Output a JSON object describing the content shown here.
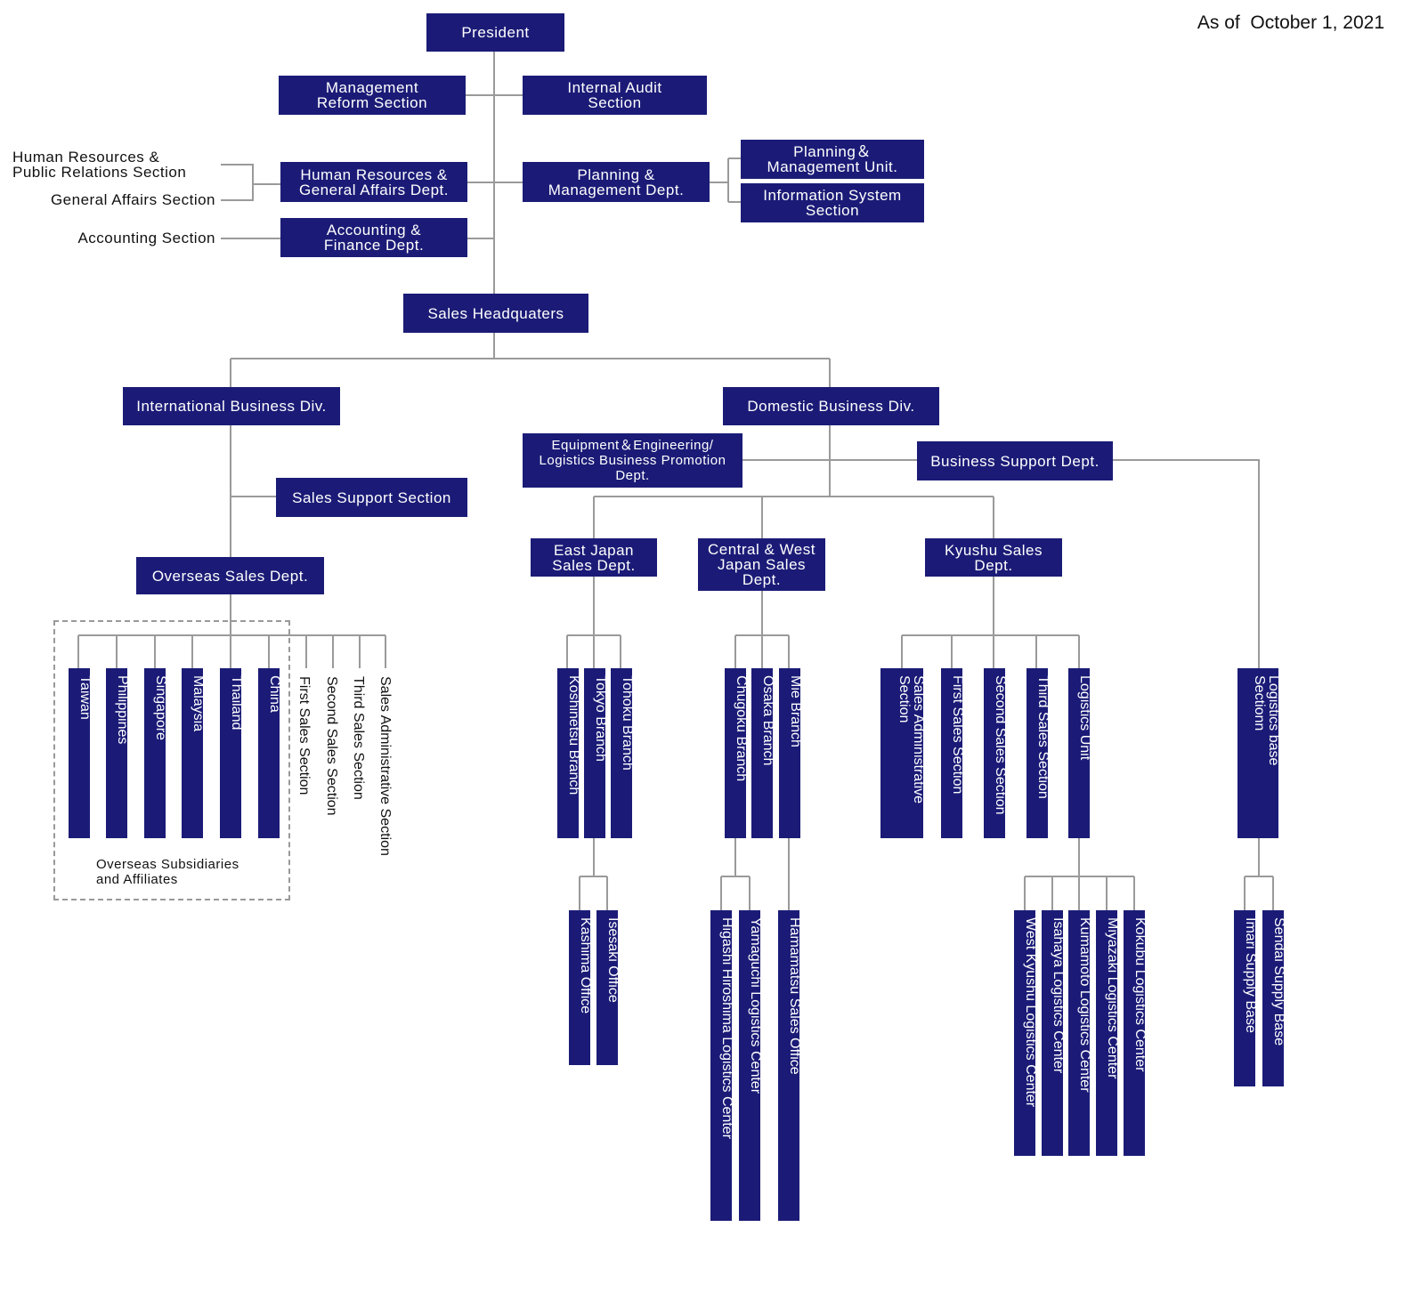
{
  "as_of": "As of  October 1, 2021",
  "colors": {
    "box_fill": "#1b1b77",
    "box_text": "#ffffff",
    "line": "#9a9a9a",
    "dashed_border": "#999999"
  },
  "top": {
    "president": "President",
    "management_reform": "Management\nReform Section",
    "internal_audit": "Internal Audit\nSection",
    "hr_ga_dept": "Human Resources &\nGeneral Affairs Dept.",
    "planning_mgmt_dept": "Planning &\nManagement Dept.",
    "planning_mgmt_unit": "Planning＆\nManagement Unit.",
    "info_system": "Information System\nSection",
    "accounting_dept": "Accounting &\nFinance Dept.",
    "hr_pr_section": "Human Resources &\nPublic Relations Section",
    "general_affairs_section": "General Affairs Section",
    "accounting_section": "Accounting Section",
    "sales_hq": "Sales Headquaters"
  },
  "international": {
    "div": "International Business Div.",
    "sales_support": "Sales Support Section",
    "overseas_dept": "Overseas Sales Dept.",
    "subsidiaries": [
      "Taiwan",
      "Philippines",
      "Singapore",
      "Malaysia",
      "Thailand",
      "China"
    ],
    "subsidiaries_caption": "Overseas Subsidiaries\nand Affiliates",
    "sections": [
      "First Sales Section",
      "Second Sales Section",
      "Third Sales Section",
      "Sales Administrative Section"
    ]
  },
  "domestic": {
    "div": "Domestic Business Div.",
    "equipment": "Equipment＆Engineering/\nLogistics Business Promotion\nDept.",
    "business_support": "Business Support Dept.",
    "east_japan": "East Japan\nSales Dept.",
    "central_west": "Central & West\nJapan Sales\nDept.",
    "kyushu": "Kyushu Sales\nDept.",
    "east_branches": [
      "Koshinetsu Branch",
      "Tokyo Branch",
      "Tohoku Branch"
    ],
    "tokyo_offices": [
      "Kashima Office",
      "Isesaki Office"
    ],
    "central_branches": [
      "Chugoku Branch",
      "Osaka Branch",
      "Mie Branch"
    ],
    "chugoku_centers": [
      "Higashi Hiroshima Logistics Center",
      "Yamaguchi Logistics Center"
    ],
    "mie_offices": [
      "Hamamatsu Sales Office"
    ],
    "kyushu_sections": [
      "Sales Administrative\nSection",
      "First Sales Section",
      "Second Sales Section",
      "Third Sales Section",
      "Logistics Unit"
    ],
    "logistics_centers": [
      "West Kyushu Logistics Center",
      "Isahaya Logistics Center",
      "Kumamoto Logistics Center",
      "Miyazaki Logistics Center",
      "Kokubu Logistics Center"
    ],
    "logistics_base": "Logistics base\nSectionn",
    "supply_bases": [
      "Imari Supply Base",
      "Sendai Supply Base"
    ]
  }
}
